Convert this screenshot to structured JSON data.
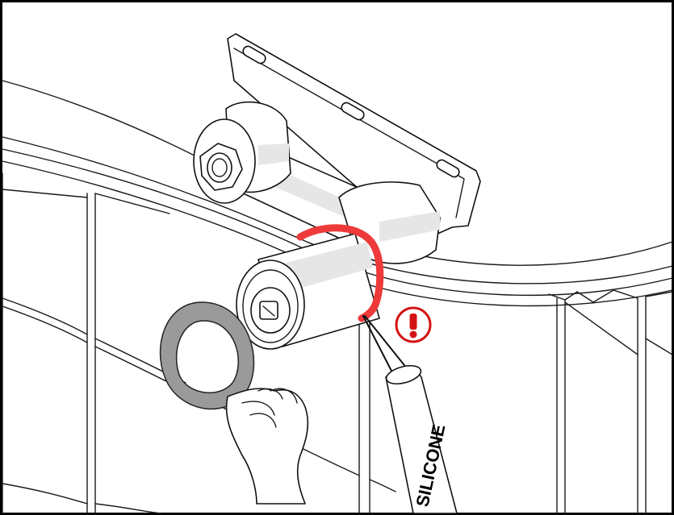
{
  "illustration": {
    "cartridge_label": "SILICONE",
    "warning_symbol": "!",
    "colors": {
      "silicone_highlight": "#ee3a3a",
      "warning": "#d41414",
      "gasket": "#9a9a9a",
      "line": "#111111",
      "background": "#ffffff"
    },
    "icons": [
      "warning-icon",
      "silicone-cartridge",
      "rubber-gasket",
      "hand",
      "wall-mounted-valve",
      "mounting-bracket",
      "hex-nut"
    ]
  }
}
